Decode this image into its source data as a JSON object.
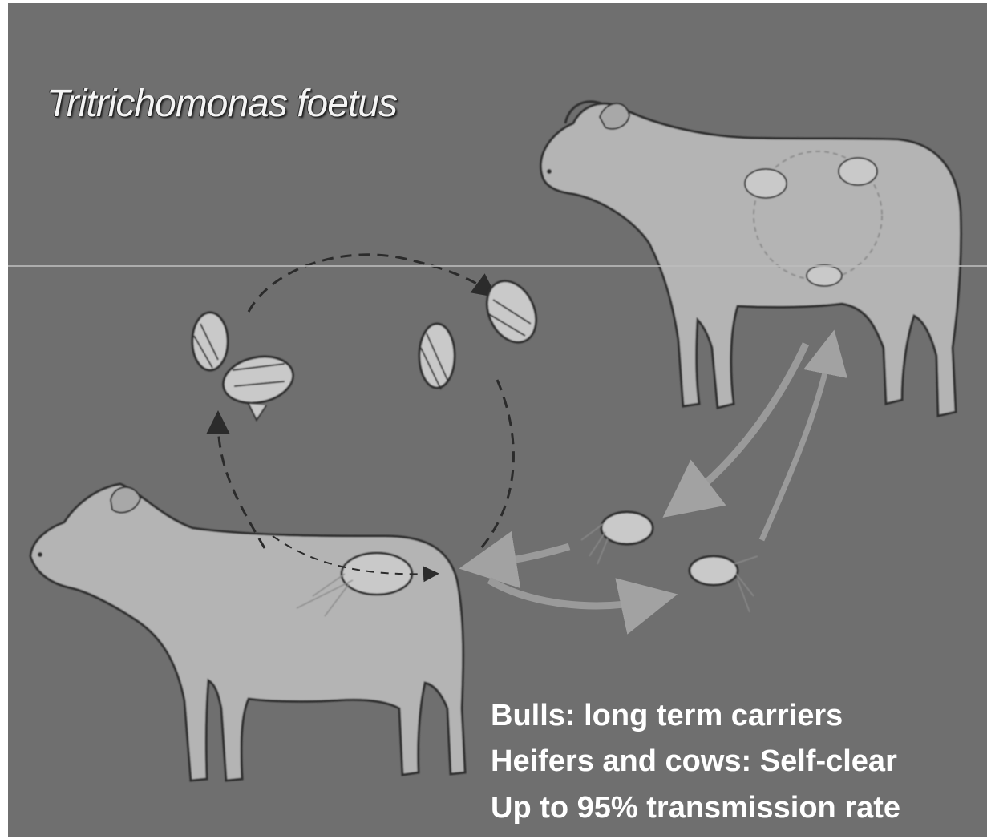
{
  "title": "Tritrichomonas foetus",
  "captions": [
    "Bulls: long term carriers",
    "Heifers and cows: Self-clear",
    "Up to 95% transmission rate"
  ],
  "colors": {
    "background": "#6f6f6f",
    "animal_fill": "#b4b4b4",
    "outline": "#2e2e2e",
    "arrow": "#9a9a9a",
    "text": "#ffffff"
  },
  "icons": [
    "bull-icon",
    "cow-icon",
    "trichomonad-icon"
  ]
}
